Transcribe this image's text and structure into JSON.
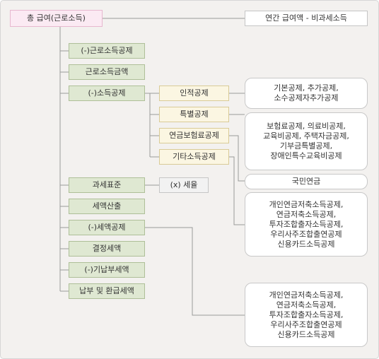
{
  "root": {
    "total_salary": "총 급여(근로소득)",
    "formula": "연간 급여액 - 비과세소득"
  },
  "steps": {
    "earned_income_deduction": "(-)근로소득공제",
    "earned_income_amount": "근로소득금액",
    "income_deduction": "(-)소득공제",
    "tax_base": "과세표준",
    "calculated_tax": "세액산출",
    "tax_credit": "(-)세액공제",
    "determined_tax": "결정세액",
    "prepaid_tax": "(-)기납부세액",
    "payment_or_refund": "납부 및 환급세액"
  },
  "income_deduction_items": {
    "personal": "인적공제",
    "special": "특별공제",
    "pension_insurance": "연금보험료공제",
    "other": "기타소득공제"
  },
  "tax_rate": "(x) 세율",
  "details": {
    "personal": "기본공제, 추가공제,\n소수공제자추가공제",
    "special": "보험료공제, 의료비공제,\n교육비공제, 주택자금공제,\n기부금특별공제,\n장애인특수교육비공제",
    "pension": "국민연금",
    "other": "개인연금저축소득공제,\n연금저축소득공제,\n투자조합출자소득공제,\n우리사주조합출연공제\n신용카드소득공제",
    "tax_credit": "개인연금저축소득공제,\n연금저축소득공제,\n투자조합출자소득공제,\n우리사주조합출연공제\n신용카드소득공제"
  }
}
